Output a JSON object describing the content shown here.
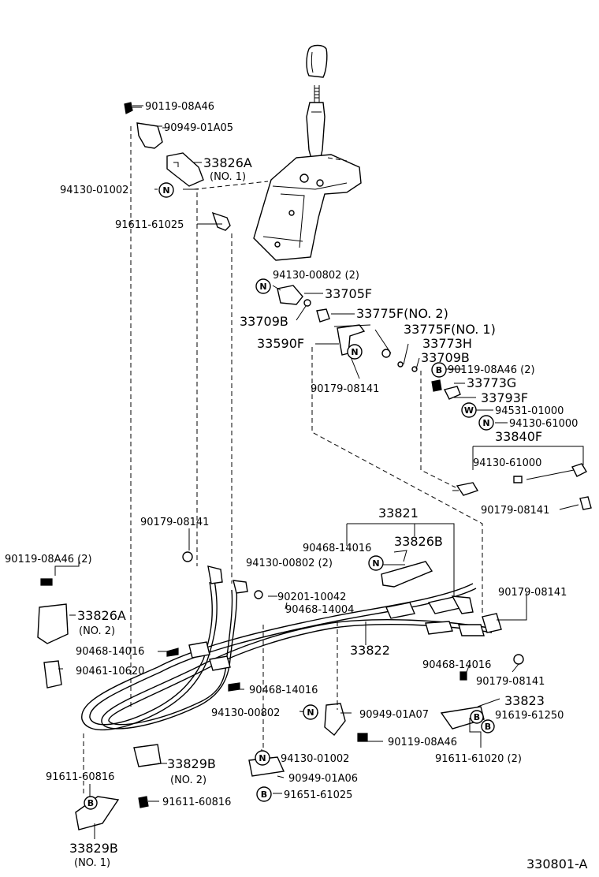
{
  "diagram_id": "330801-A",
  "labels": {
    "l_90119_08a46_top": "90119-08A46",
    "l_90949_01a05": "90949-01A05",
    "l_33826a_no1": "33826A",
    "l_33826a_no1_sub": "(NO. 1)",
    "l_94130_01002_top": "94130-01002",
    "l_91611_61025": "91611-61025",
    "l_94130_00802_2": "94130-00802 (2)",
    "l_33705f": "33705F",
    "l_33709b_left": "33709B",
    "l_33775f_no2": "33775F(NO. 2)",
    "l_33775f_no1": "33775F(NO. 1)",
    "l_33773h": "33773H",
    "l_33590f": "33590F",
    "l_33709b_right": "33709B",
    "l_90119_08a46_2": "90119-08A46 (2)",
    "l_90179_08141_mid": "90179-08141",
    "l_33773g": "33773G",
    "l_33793f": "33793F",
    "l_94531_01000": "94531-01000",
    "l_94130_61000_a": "94130-61000",
    "l_33840f": "33840F",
    "l_94130_61000_b": "94130-61000",
    "l_90179_08141_r": "90179-08141",
    "l_33821": "33821",
    "l_90179_08141_left": "90179-08141",
    "l_90468_14016_a": "90468-14016",
    "l_33826b": "33826B",
    "l_90119_08a46_2_left": "90119-08A46 (2)",
    "l_94130_00802_2_b": "94130-00802 (2)",
    "l_90179_08141_r2": "90179-08141",
    "l_90201_10042": "90201-10042",
    "l_90468_14004": "90468-14004",
    "l_33826a_no2": "33826A",
    "l_33826a_no2_sub": "(NO. 2)",
    "l_33822": "33822",
    "l_90468_14016_b": "90468-14016",
    "l_90468_14016_c": "90468-14016",
    "l_90461_10620": "90461-10620",
    "l_90179_08141_r3": "90179-08141",
    "l_90468_14016_d": "90468-14016",
    "l_33823": "33823",
    "l_94130_00802_c": "94130-00802",
    "l_90949_01a07": "90949-01A07",
    "l_91619_61250": "91619-61250",
    "l_90119_08a46_c": "90119-08A46",
    "l_91611_61020_2": "91611-61020 (2)",
    "l_94130_01002_b": "94130-01002",
    "l_33829b_no2": "33829B",
    "l_33829b_no2_sub": "(NO. 2)",
    "l_90949_01a06": "90949-01A06",
    "l_91611_60816_a": "91611-60816",
    "l_91611_60816_b": "91611-60816",
    "l_91651_61025": "91651-61025",
    "l_33829b_no1": "33829B",
    "l_33829b_no1_sub": "(NO. 1)"
  },
  "circle_marks": {
    "n": "N",
    "w": "W",
    "b": "B"
  }
}
